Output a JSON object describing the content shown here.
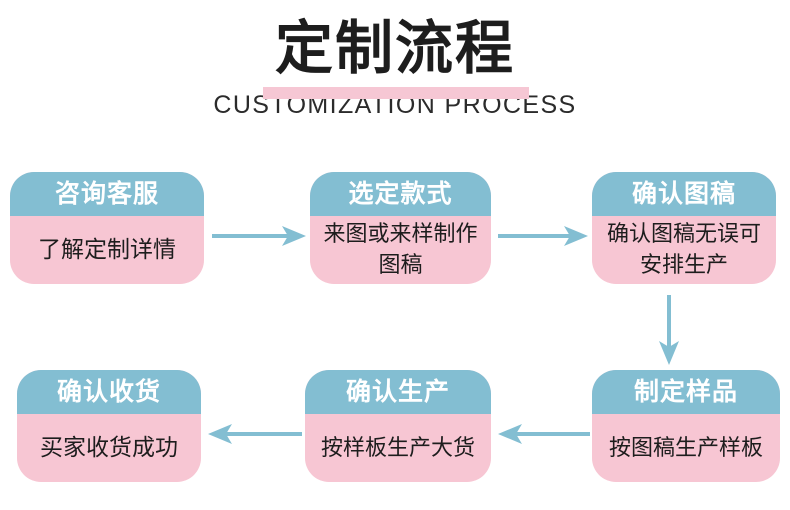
{
  "header": {
    "title": "定制流程",
    "subtitle": "CUSTOMIZATION PROCESS",
    "underline_color": "#f6c7d4"
  },
  "theme": {
    "head_color": "#83bed2",
    "body_color": "#f7c6d3",
    "head_text_color": "#ffffff",
    "body_text_color": "#1d1d1d",
    "arrow_color": "#83bed2",
    "background": "#ffffff"
  },
  "steps": [
    {
      "id": "step-1",
      "head": "咨询客服",
      "body": "了解定制详情"
    },
    {
      "id": "step-2",
      "head": "选定款式",
      "body": "来图或来样制作图稿"
    },
    {
      "id": "step-3",
      "head": "确认图稿",
      "body": "确认图稿无误可安排生产"
    },
    {
      "id": "step-4",
      "head": "制定样品",
      "body": "按图稿生产样板"
    },
    {
      "id": "step-5",
      "head": "确认生产",
      "body": "按样板生产大货"
    },
    {
      "id": "step-6",
      "head": "确认收货",
      "body": "买家收货成功"
    }
  ],
  "arrows": [
    {
      "id": "arrow-1",
      "direction": "right",
      "from": "step-1",
      "to": "step-2"
    },
    {
      "id": "arrow-2",
      "direction": "right",
      "from": "step-2",
      "to": "step-3"
    },
    {
      "id": "arrow-3",
      "direction": "down",
      "from": "step-3",
      "to": "step-4"
    },
    {
      "id": "arrow-4",
      "direction": "left",
      "from": "step-4",
      "to": "step-5"
    },
    {
      "id": "arrow-5",
      "direction": "left",
      "from": "step-5",
      "to": "step-6"
    }
  ]
}
